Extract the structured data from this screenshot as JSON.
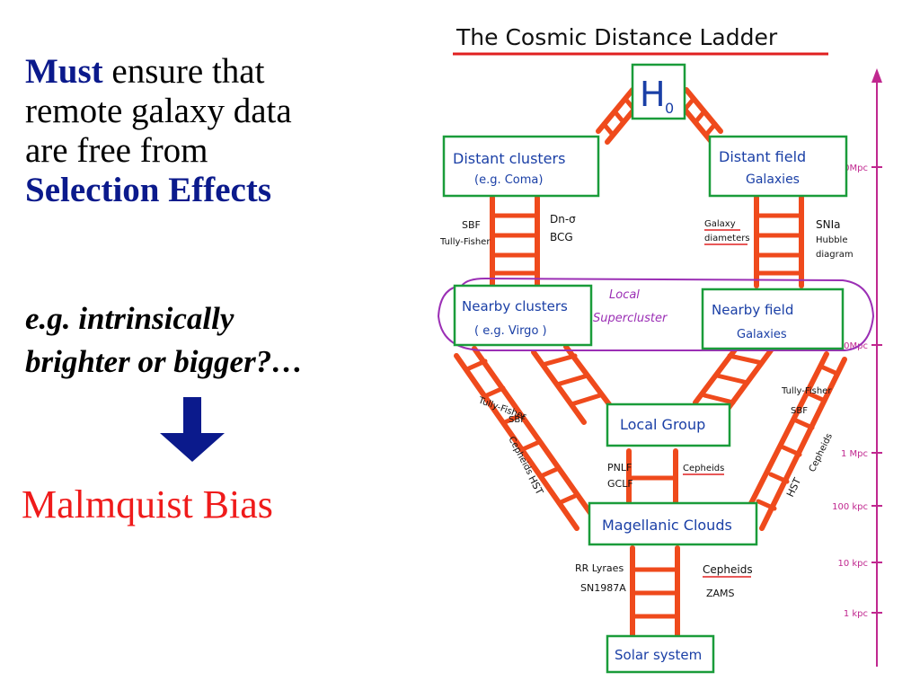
{
  "left": {
    "line1_bold": "Must",
    "line1_rest": " ensure that",
    "line2": "remote galaxy data",
    "line3": "are free from",
    "line4_bold": "Selection Effects",
    "example_line1": "e.g. intrinsically",
    "example_line2": "brighter or bigger?…",
    "result": "Malmquist Bias",
    "arrow_icon": "down-arrow-icon"
  },
  "diagram": {
    "title": "The   Cosmic  Distance  Ladder",
    "h0": "H",
    "h0_sub": "0",
    "distant_clusters": {
      "line1": "Distant   clusters",
      "line2": "(e.g.   Coma)"
    },
    "distant_field": {
      "line1": "Distant   field",
      "line2": "Galaxies"
    },
    "left_methods_top": [
      "SBF",
      "Tully-Fisher"
    ],
    "mid_methods_top": [
      "Dn-σ",
      "BCG"
    ],
    "right_methods_top": [
      "Galaxy",
      "diameters"
    ],
    "right_methods_top2": [
      "SNIa",
      "Hubble",
      "diagram"
    ],
    "local_supercluster": [
      "Local",
      "Supercluster"
    ],
    "nearby_clusters": {
      "line1": "Nearby   clusters",
      "line2": "( e.g.    Virgo )"
    },
    "nearby_field": {
      "line1": "Nearby    field",
      "line2": "Galaxies"
    },
    "left_diag_labels": [
      "Tully-Fisher",
      "SBF",
      "Cepheids",
      "HST"
    ],
    "right_diag_labels": [
      "Tully-Fisher",
      "SBF",
      "Cepheids",
      "HST"
    ],
    "local_group": "Local   Group",
    "lg_left_methods": [
      "PNLF",
      "GCLF"
    ],
    "lg_right_methods": [
      "Cepheids"
    ],
    "magellanic": "Magellanic   Clouds",
    "mc_left_methods": [
      "RR Lyraes",
      "SN1987A"
    ],
    "mc_right_methods": [
      "Cepheids",
      "ZAMS"
    ],
    "solar": "Solar   system",
    "scale": [
      "100Mpc",
      "10Mpc",
      "1 Mpc",
      "100 kpc",
      "10 kpc",
      "1 kpc"
    ],
    "colors": {
      "box": "#1a9c3a",
      "ladder": "#ef4a1c",
      "ink": "#1a3fa6",
      "scale": "#c0288f",
      "supercluster": "#9b2fb5"
    }
  }
}
